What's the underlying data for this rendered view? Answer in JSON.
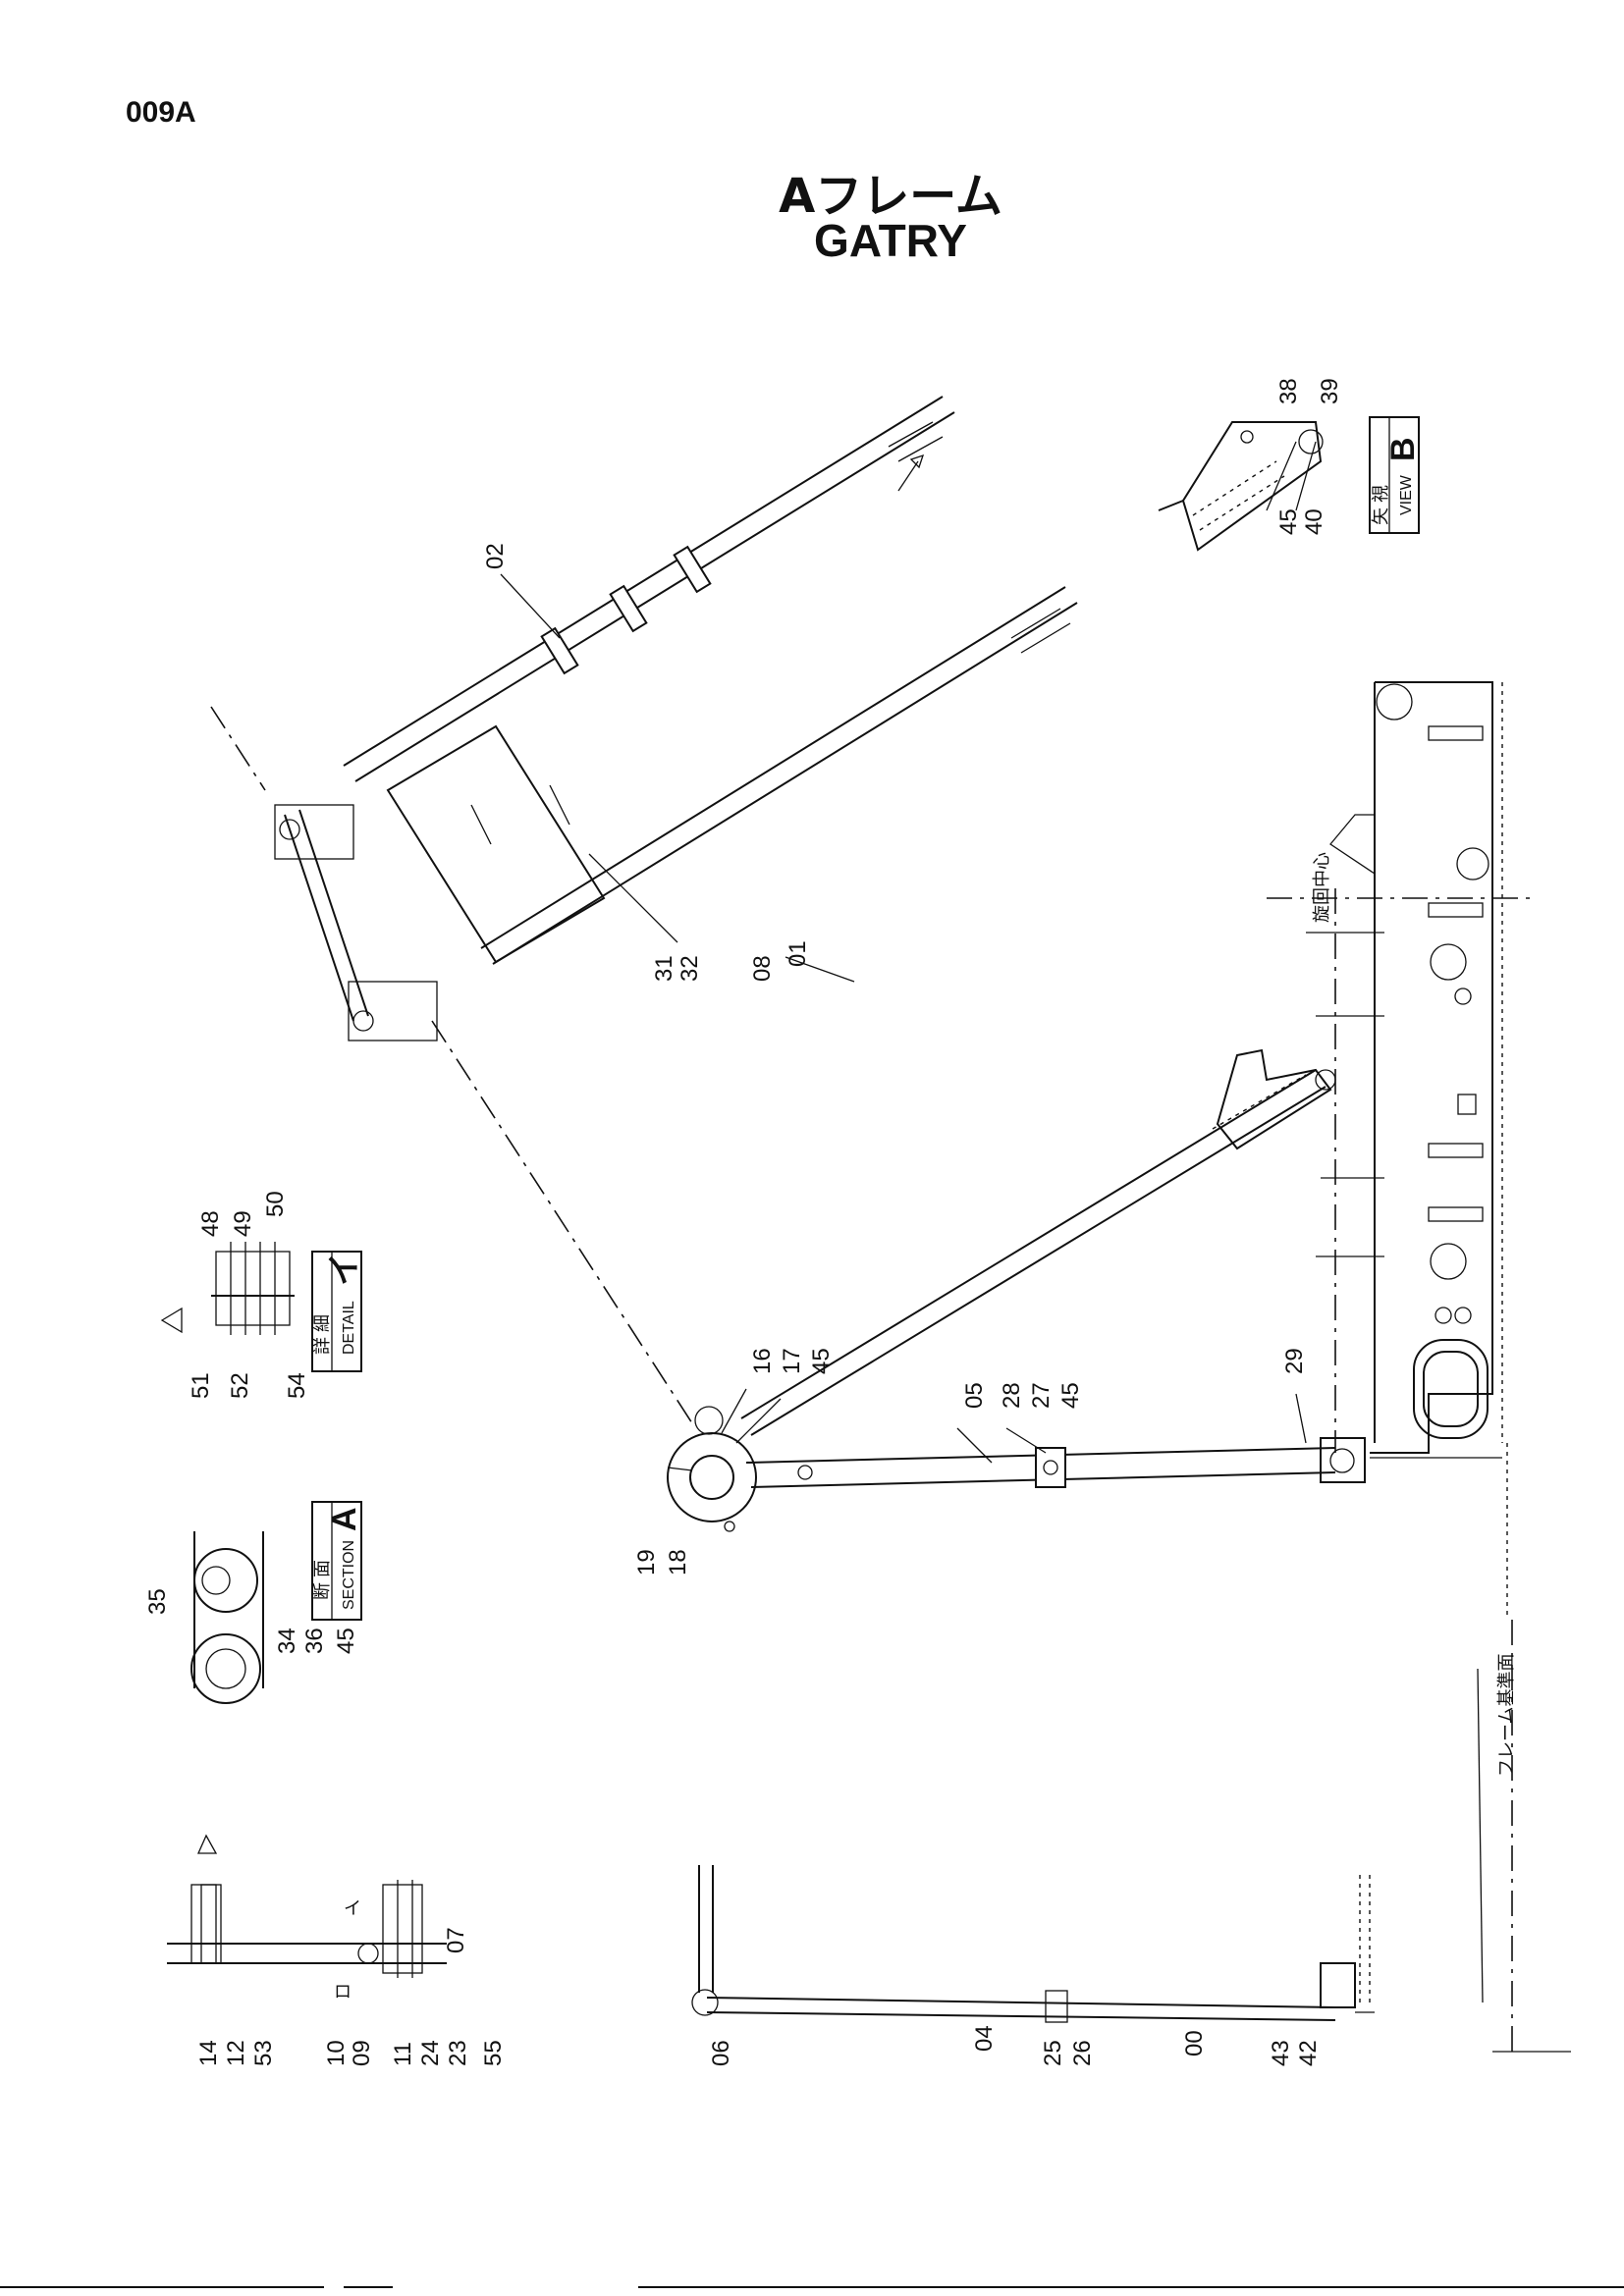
{
  "page_code": "009A",
  "title_jp": "Aフレーム",
  "title_en": "GATRY",
  "parts": {
    "p00": "00",
    "p01": "01",
    "p02": "02",
    "p04": "04",
    "p05": "05",
    "p06": "06",
    "p07": "07",
    "p08": "08",
    "p09": "09",
    "p10": "10",
    "p11": "11",
    "p12": "12",
    "p14": "14",
    "p16": "16",
    "p17": "17",
    "p18": "18",
    "p19": "19",
    "p23": "23",
    "p24": "24",
    "p25": "25",
    "p26": "26",
    "p27": "27",
    "p28": "28",
    "p29": "29",
    "p31": "31",
    "p32": "32",
    "p34": "34",
    "p35": "35",
    "p36": "36",
    "p38": "38",
    "p39": "39",
    "p40": "40",
    "p42": "42",
    "p43": "43",
    "p45a": "45",
    "p45b": "45",
    "p45c": "45",
    "p45d": "45",
    "p48": "48",
    "p49": "49",
    "p50": "50",
    "p51": "51",
    "p52": "52",
    "p53": "53",
    "p54": "54",
    "p55": "55"
  },
  "labels": {
    "view_jp": "矢 視",
    "view_en": "VIEW",
    "view_letter": "B",
    "detail_jp": "詳 細",
    "detail_en": "DETAIL",
    "detail_letter": "イ",
    "section_jp": "断 面",
    "section_en": "SECTION",
    "section_letter": "A",
    "swing_center": "旋回中心",
    "frame_ref": "フレーム基準面",
    "marker_i": "イ",
    "marker_ro": "ロ"
  }
}
